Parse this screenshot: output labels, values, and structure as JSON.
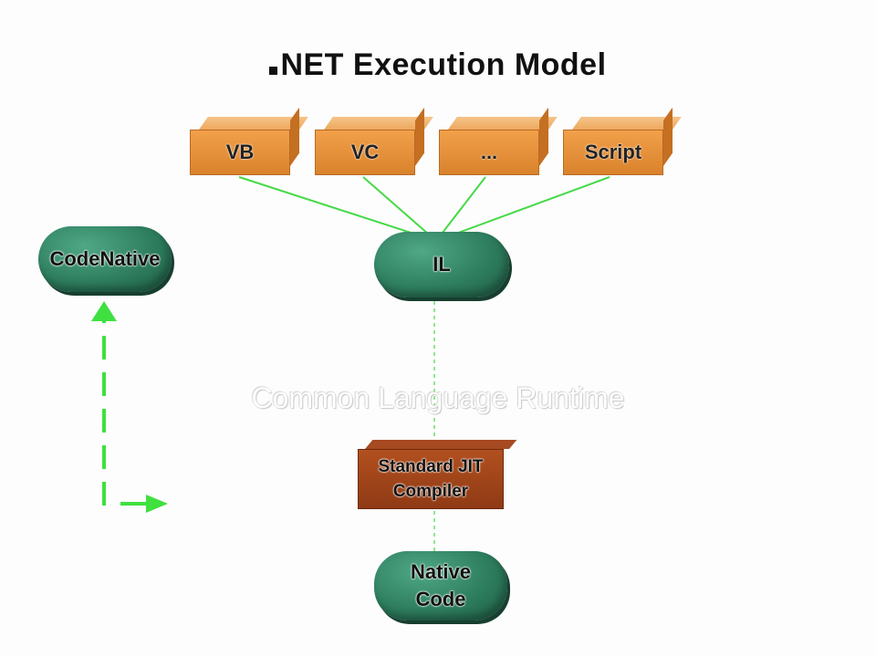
{
  "title": "NET Execution Model",
  "languages": [
    {
      "label": "VB"
    },
    {
      "label": "VC"
    },
    {
      "label": "..."
    },
    {
      "label": "Script"
    }
  ],
  "nodes": {
    "il": "IL",
    "code_native": "CodeNative",
    "runtime": "Common Language Runtime",
    "jit_line1": "Standard JIT",
    "jit_line2": "Compiler",
    "native_line1": "Native",
    "native_line2": "Code"
  },
  "colors": {
    "language_box": "#e8923a",
    "pill_green": "#2e7e5f",
    "jit_box": "#a0461a",
    "connector": "#3fe03f"
  }
}
